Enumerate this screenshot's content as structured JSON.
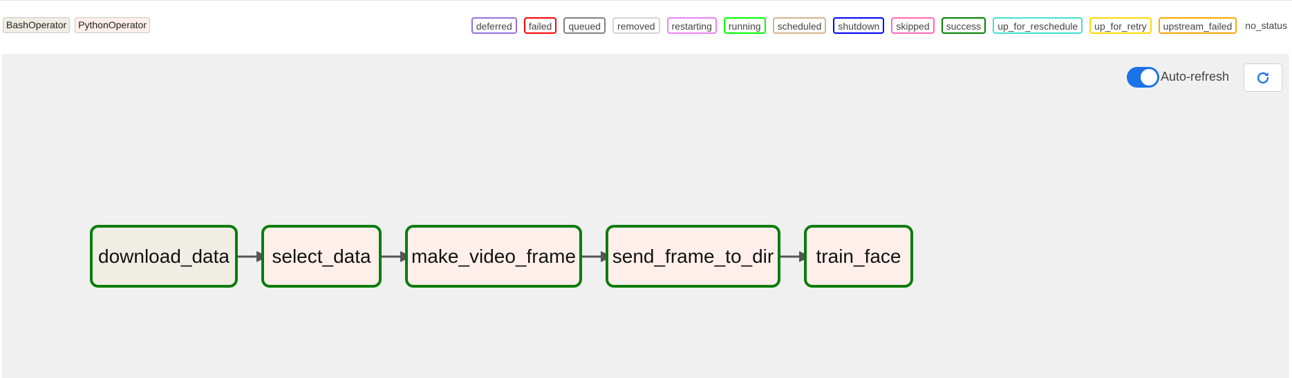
{
  "operators": [
    {
      "label": "BashOperator",
      "color": "#f0ede4"
    },
    {
      "label": "PythonOperator",
      "color": "#ffefeb"
    }
  ],
  "states": [
    {
      "label": "deferred",
      "color": "#9370db"
    },
    {
      "label": "failed",
      "color": "#ff0000"
    },
    {
      "label": "queued",
      "color": "#808080"
    },
    {
      "label": "removed",
      "color": "#d3d3d3"
    },
    {
      "label": "restarting",
      "color": "#ee82ee"
    },
    {
      "label": "running",
      "color": "#00ff00"
    },
    {
      "label": "scheduled",
      "color": "#d2b48c"
    },
    {
      "label": "shutdown",
      "color": "#0000ff"
    },
    {
      "label": "skipped",
      "color": "#ff69b4"
    },
    {
      "label": "success",
      "color": "#008000"
    },
    {
      "label": "up_for_reschedule",
      "color": "#40e0d0"
    },
    {
      "label": "up_for_retry",
      "color": "#ffd700"
    },
    {
      "label": "upstream_failed",
      "color": "#ffa500"
    }
  ],
  "no_status_label": "no_status",
  "graph": {
    "auto_refresh_label": "Auto-refresh",
    "auto_refresh_on": true,
    "tasks": [
      {
        "label": "download_data",
        "operator": "BashOperator",
        "state": "success"
      },
      {
        "label": "select_data",
        "operator": "PythonOperator",
        "state": "success"
      },
      {
        "label": "make_video_frame",
        "operator": "PythonOperator",
        "state": "success"
      },
      {
        "label": "send_frame_to_dir",
        "operator": "PythonOperator",
        "state": "success"
      },
      {
        "label": "train_face",
        "operator": "PythonOperator",
        "state": "success"
      }
    ],
    "edges": [
      [
        "download_data",
        "select_data"
      ],
      [
        "select_data",
        "make_video_frame"
      ],
      [
        "make_video_frame",
        "send_frame_to_dir"
      ],
      [
        "send_frame_to_dir",
        "train_face"
      ]
    ]
  },
  "icons": {
    "refresh": "refresh-icon"
  }
}
